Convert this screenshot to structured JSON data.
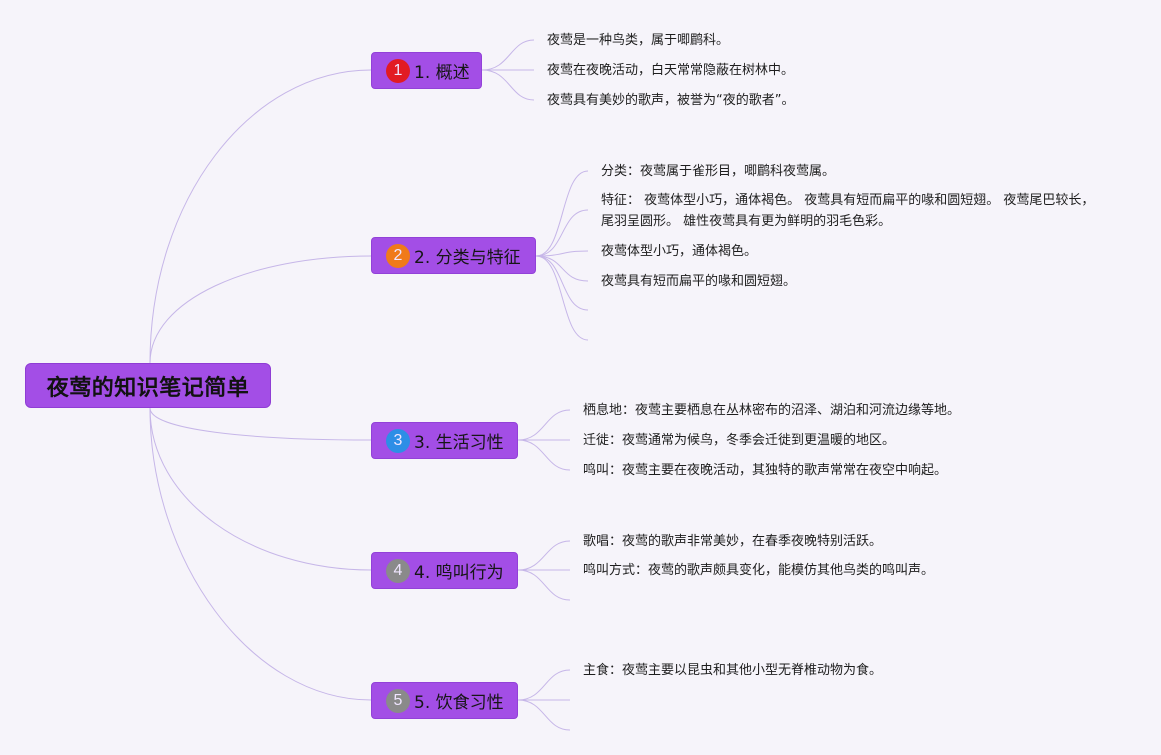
{
  "root": {
    "title": "夜莺的知识笔记简单"
  },
  "branches": [
    {
      "number": "1",
      "label": "1. 概述",
      "badge_color": "#e21b23",
      "items": [
        "夜莺是一种鸟类，属于唧鹛科。",
        "夜莺在夜晚活动，白天常常隐蔽在树林中。",
        "夜莺具有美妙的歌声，被誉为“夜的歌者”。"
      ]
    },
    {
      "number": "2",
      "label": "2. 分类与特征",
      "badge_color": "#f07a1a",
      "items": [
        "分类：夜莺属于雀形目，唧鹛科夜莺属。",
        "特征： 夜莺体型小巧，通体褐色。 夜莺具有短而扁平的喙和圆短翅。 夜莺尾巴较长，尾羽呈圆形。 雄性夜莺具有更为鲜明的羽毛色彩。",
        "夜莺体型小巧，通体褐色。",
        "夜莺具有短而扁平的喙和圆短翅。",
        "",
        ""
      ]
    },
    {
      "number": "3",
      "label": "3. 生活习性",
      "badge_color": "#2d8ee6",
      "items": [
        "栖息地：夜莺主要栖息在丛林密布的沼泽、湖泊和河流边缘等地。",
        "迁徙：夜莺通常为候鸟，冬季会迁徙到更温暖的地区。",
        "鸣叫：夜莺主要在夜晚活动，其独特的歌声常常在夜空中响起。"
      ]
    },
    {
      "number": "4",
      "label": "4. 鸣叫行为",
      "badge_color": "#8a8a8a",
      "items": [
        "歌唱：夜莺的歌声非常美妙，在春季夜晚特别活跃。",
        "鸣叫方式：夜莺的歌声颇具变化，能模仿其他鸟类的鸣叫声。",
        ""
      ]
    },
    {
      "number": "5",
      "label": "5. 饮食习性",
      "badge_color": "#8a8a8a",
      "items": [
        "主食：夜莺主要以昆虫和其他小型无脊椎动物为食。",
        "",
        ""
      ]
    }
  ],
  "colors": {
    "background": "#f6f4fa",
    "node_fill": "#a34ee6",
    "connector": "#c6b6e8"
  }
}
